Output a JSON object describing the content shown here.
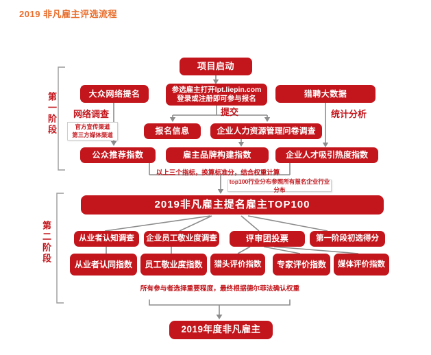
{
  "page_title": "2019 非凡雇主评选流程",
  "phases": {
    "phase1": "第一阶段",
    "phase2": "第二阶段"
  },
  "nodes": {
    "project_start": "项目启动",
    "public_nomination": "大众网络提名",
    "liepin_signup_line1": "参选雇主打开lpt.liepin.com",
    "liepin_signup_line2": "登录或注册即可参与报名",
    "liepin_bigdata": "猎聘大数据",
    "signup_info": "报名信息",
    "hr_survey": "企业人力资源管理问卷调查",
    "public_recommend_index": "公众推荐指数",
    "employer_brand_index": "雇主品牌构建指数",
    "talent_attraction_index": "企业人才吸引热度指数",
    "top100": "2019非凡雇主提名雇主TOP100",
    "practitioner_survey": "从业者认知调查",
    "employee_engagement_survey": "企业员工敬业度调查",
    "jury_vote": "评审团投票",
    "phase1_score": "第一阶段初选得分",
    "practitioner_index": "从业者认同指数",
    "engagement_index": "员工敬业度指数",
    "headhunter_index": "猎头评价指数",
    "expert_index": "专家评价指数",
    "media_index": "媒体评价指数",
    "final_award": "2019年度非凡雇主"
  },
  "labels": {
    "network_survey": "网络调查",
    "submit": "提交",
    "stat_analysis": "统计分析",
    "channels_line1": "官方宣传渠道",
    "channels_line2": "第三方媒体渠道",
    "three_indices_note": "以上三个指标，换算标准分，结合权重计算",
    "top100_note": "top100行业分布参照所有报名企业行业分布",
    "weight_note": "所有参与者选择重要程度，最终根据德尔菲法确认权重"
  },
  "colors": {
    "box_red": "#c2161c",
    "title_orange": "#e86c2a",
    "connector_gray": "#8c8c8c",
    "bracket_gray": "#9a9a9a"
  }
}
